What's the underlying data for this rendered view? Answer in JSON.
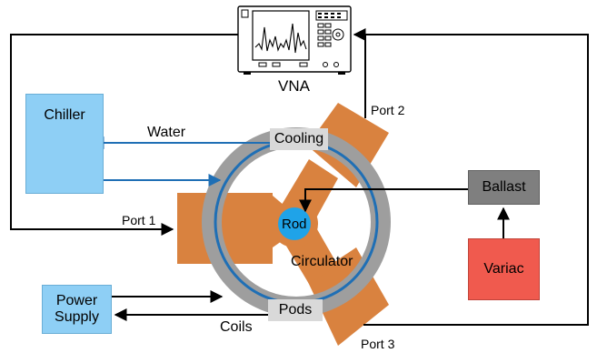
{
  "instrument": {
    "label": "VNA"
  },
  "ports": {
    "port1": "Port 1",
    "port2": "Port 2",
    "port3": "Port 3"
  },
  "chiller": {
    "label": "Chiller"
  },
  "water": {
    "label": "Water"
  },
  "ring": {
    "cooling": "Cooling",
    "pods": "Pods",
    "rod": "Rod",
    "circulator": "Circulator"
  },
  "ballast": {
    "label": "Ballast"
  },
  "variac": {
    "label": "Variac"
  },
  "power_supply": {
    "label": "Power Supply"
  },
  "coils": {
    "label": "Coils"
  },
  "colors": {
    "copper": "#d9823f",
    "ring_gray": "#9e9e9e",
    "water_blue": "#1f6fb5",
    "rod_blue": "#1fa3e8",
    "chiller_fill": "#8ecff5",
    "ballast_fill": "#7f7f7f",
    "variac_fill": "#f05a4e",
    "label_gray": "#d9d9d9"
  },
  "icons": {
    "vna": "network-analyzer-icon",
    "chiller": "fan-grille-icon"
  }
}
